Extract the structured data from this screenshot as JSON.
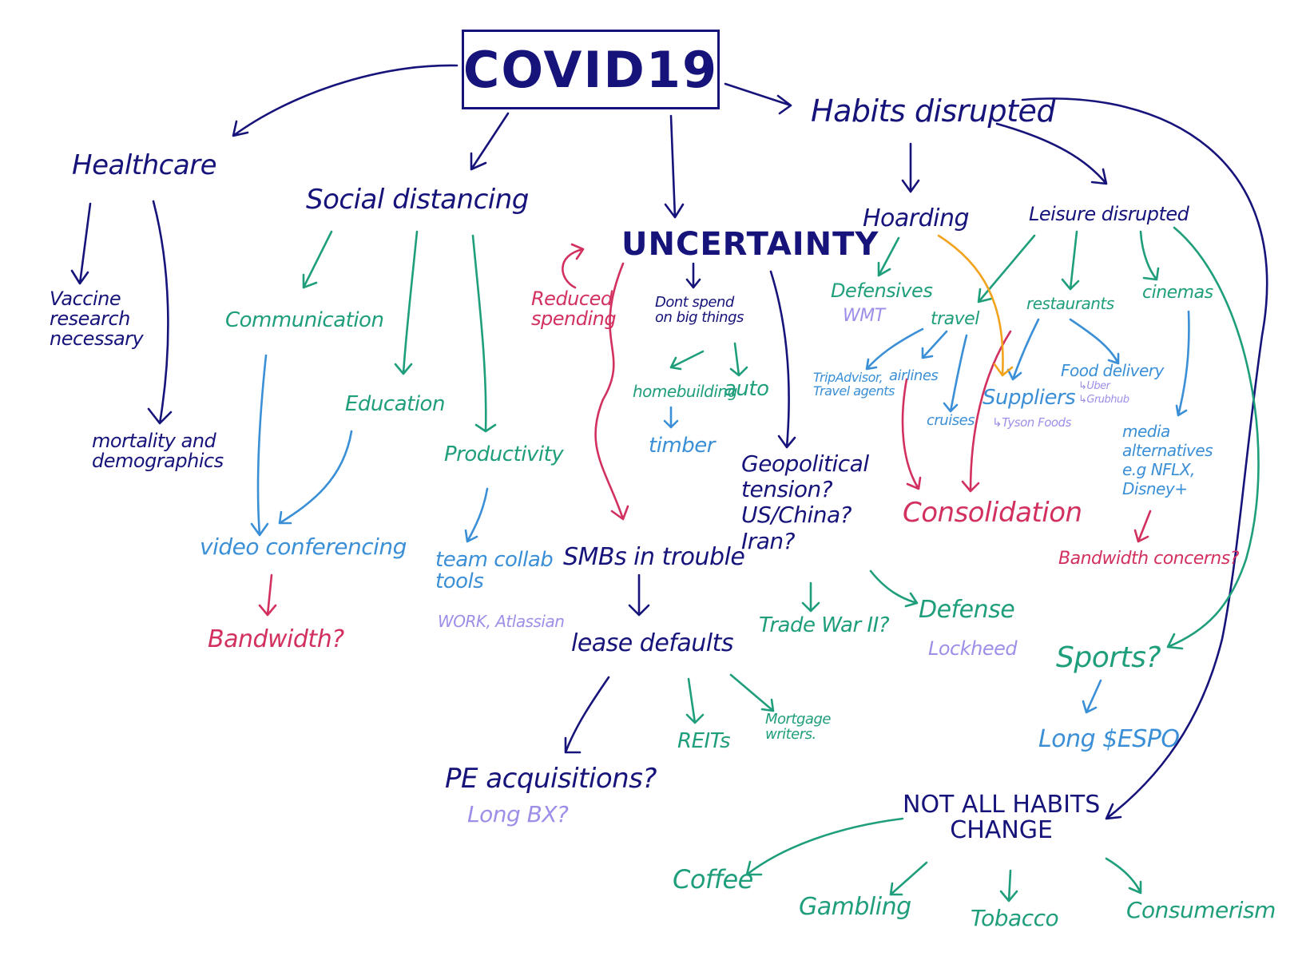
{
  "colors": {
    "navy": "#16137a",
    "green": "#1f9e7c",
    "blue": "#3a8fd6",
    "pink": "#d2305f",
    "lavender": "#9d8fe8",
    "orange": "#f2a31d",
    "background": "#ffffff"
  },
  "root": "COVID19",
  "healthcare": {
    "title": "Healthcare",
    "vaccine": "Vaccine\nresearch\nnecessary",
    "mortality": "mortality and\ndemographics"
  },
  "social": {
    "title": "Social distancing",
    "communication": "Communication",
    "education": "Education",
    "productivity": "Productivity",
    "video": "video  conferencing",
    "bandwidth": "Bandwidth?",
    "team_collab": "team collab\ntools",
    "team_examples": "WORK, Atlassian"
  },
  "uncertainty": {
    "title": "UNCERTAINTY",
    "reduced_spending": "Reduced\nspending",
    "dont_spend": "Dont spend\non big things",
    "homebuilding": "homebuilding",
    "auto": "auto",
    "timber": "timber",
    "smbs": "SMBs in trouble",
    "lease_defaults": "lease defaults",
    "pe": "PE acquisitions?",
    "long_bx": "Long  BX?",
    "reits": "REITs",
    "mortgage": "Mortgage\nwriters.",
    "geopolitical": "Geopolitical\ntension?\nUS/China?\nIran?",
    "trade_war": "Trade War II?",
    "defense": "Defense",
    "lockheed": "Lockheed"
  },
  "habits": {
    "title": "Habits disrupted",
    "hoarding": "Hoarding",
    "leisure": "Leisure disrupted",
    "defensives": "Defensives",
    "wmt": "WMT",
    "travel": "travel",
    "restaurants": "restaurants",
    "cinemas": "cinemas",
    "tripadvisor": "TripAdvisor,\nTravel agents",
    "airlines": "airlines",
    "cruises": "cruises",
    "suppliers": "Suppliers",
    "tyson": "↳Tyson Foods",
    "food_delivery": "Food delivery",
    "uber": "↳Uber",
    "grubhub": "↳Grubhub",
    "consolidation": "Consolidation",
    "media": "media\nalternatives\ne.g NFLX,\nDisney+",
    "bandwidth_concerns": "Bandwidth concerns?",
    "sports": "Sports?",
    "long_espo": "Long $ESPO"
  },
  "not_all": {
    "title": "NOT ALL HABITS\nCHANGE",
    "coffee": "Coffee",
    "gambling": "Gambling",
    "tobacco": "Tobacco",
    "consumerism": "Consumerism"
  }
}
